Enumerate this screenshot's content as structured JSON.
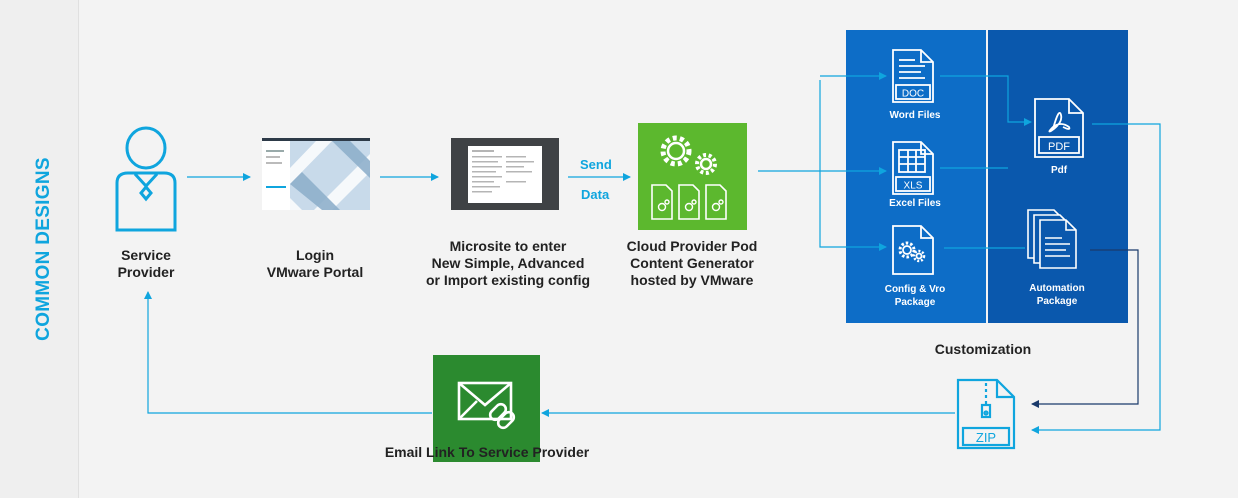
{
  "sidebar": {
    "label": "COMMON DESIGNS"
  },
  "steps": {
    "service_provider": {
      "line1": "Service",
      "line2": "Provider"
    },
    "login": {
      "line1": "Login",
      "line2": "VMware Portal"
    },
    "microsite": {
      "line1": "Microsite to enter",
      "line2": "New Simple, Advanced",
      "line3": "or Import existing config"
    },
    "generator": {
      "line1": "Cloud Provider Pod",
      "line2": "Content Generator",
      "line3": "hosted by VMware"
    },
    "email": {
      "label": "Email Link To Service Provider"
    }
  },
  "arrow_labels": {
    "send": "Send",
    "data": "Data"
  },
  "customization": {
    "title": "Customization",
    "word": {
      "icon_text": "DOC",
      "label": "Word Files"
    },
    "excel": {
      "icon_text": "XLS",
      "label": "Excel Files"
    },
    "config": {
      "line1": "Config & Vro",
      "line2": "Package"
    },
    "pdf": {
      "icon_text": "PDF",
      "label": "Pdf"
    },
    "automation": {
      "line1": "Automation",
      "line2": "Package"
    }
  },
  "zip": {
    "icon_text": "ZIP"
  },
  "colors": {
    "accent": "#0fa5de",
    "green": "#5cb82e",
    "dark_green": "#2b8a2f",
    "panel_light": "#0d6dc7",
    "panel_dark": "#0a58ad"
  }
}
